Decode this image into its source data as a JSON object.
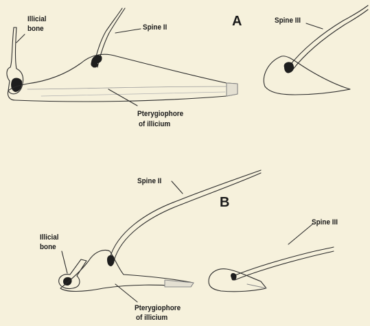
{
  "panel_a": {
    "letter": "A",
    "labels": {
      "illicial_bone_line1": "Illicial",
      "illicial_bone_line2": "bone",
      "spine_ii": "Spine II",
      "spine_iii": "Spine III",
      "pterygiophore_line1": "Pterygiophore",
      "pterygiophore_line2": "of illicium"
    }
  },
  "panel_b": {
    "letter": "B",
    "labels": {
      "spine_ii": "Spine II",
      "spine_iii": "Spine III",
      "illicial_bone_line1": "Illicial",
      "illicial_bone_line2": "bone",
      "pterygiophore_line1": "Pterygiophore",
      "pterygiophore_line2": "of illicium"
    }
  },
  "colors": {
    "background": "#f6f1dc",
    "ink": "#2a2a2a",
    "fill_dark": "#1e1e1e"
  }
}
